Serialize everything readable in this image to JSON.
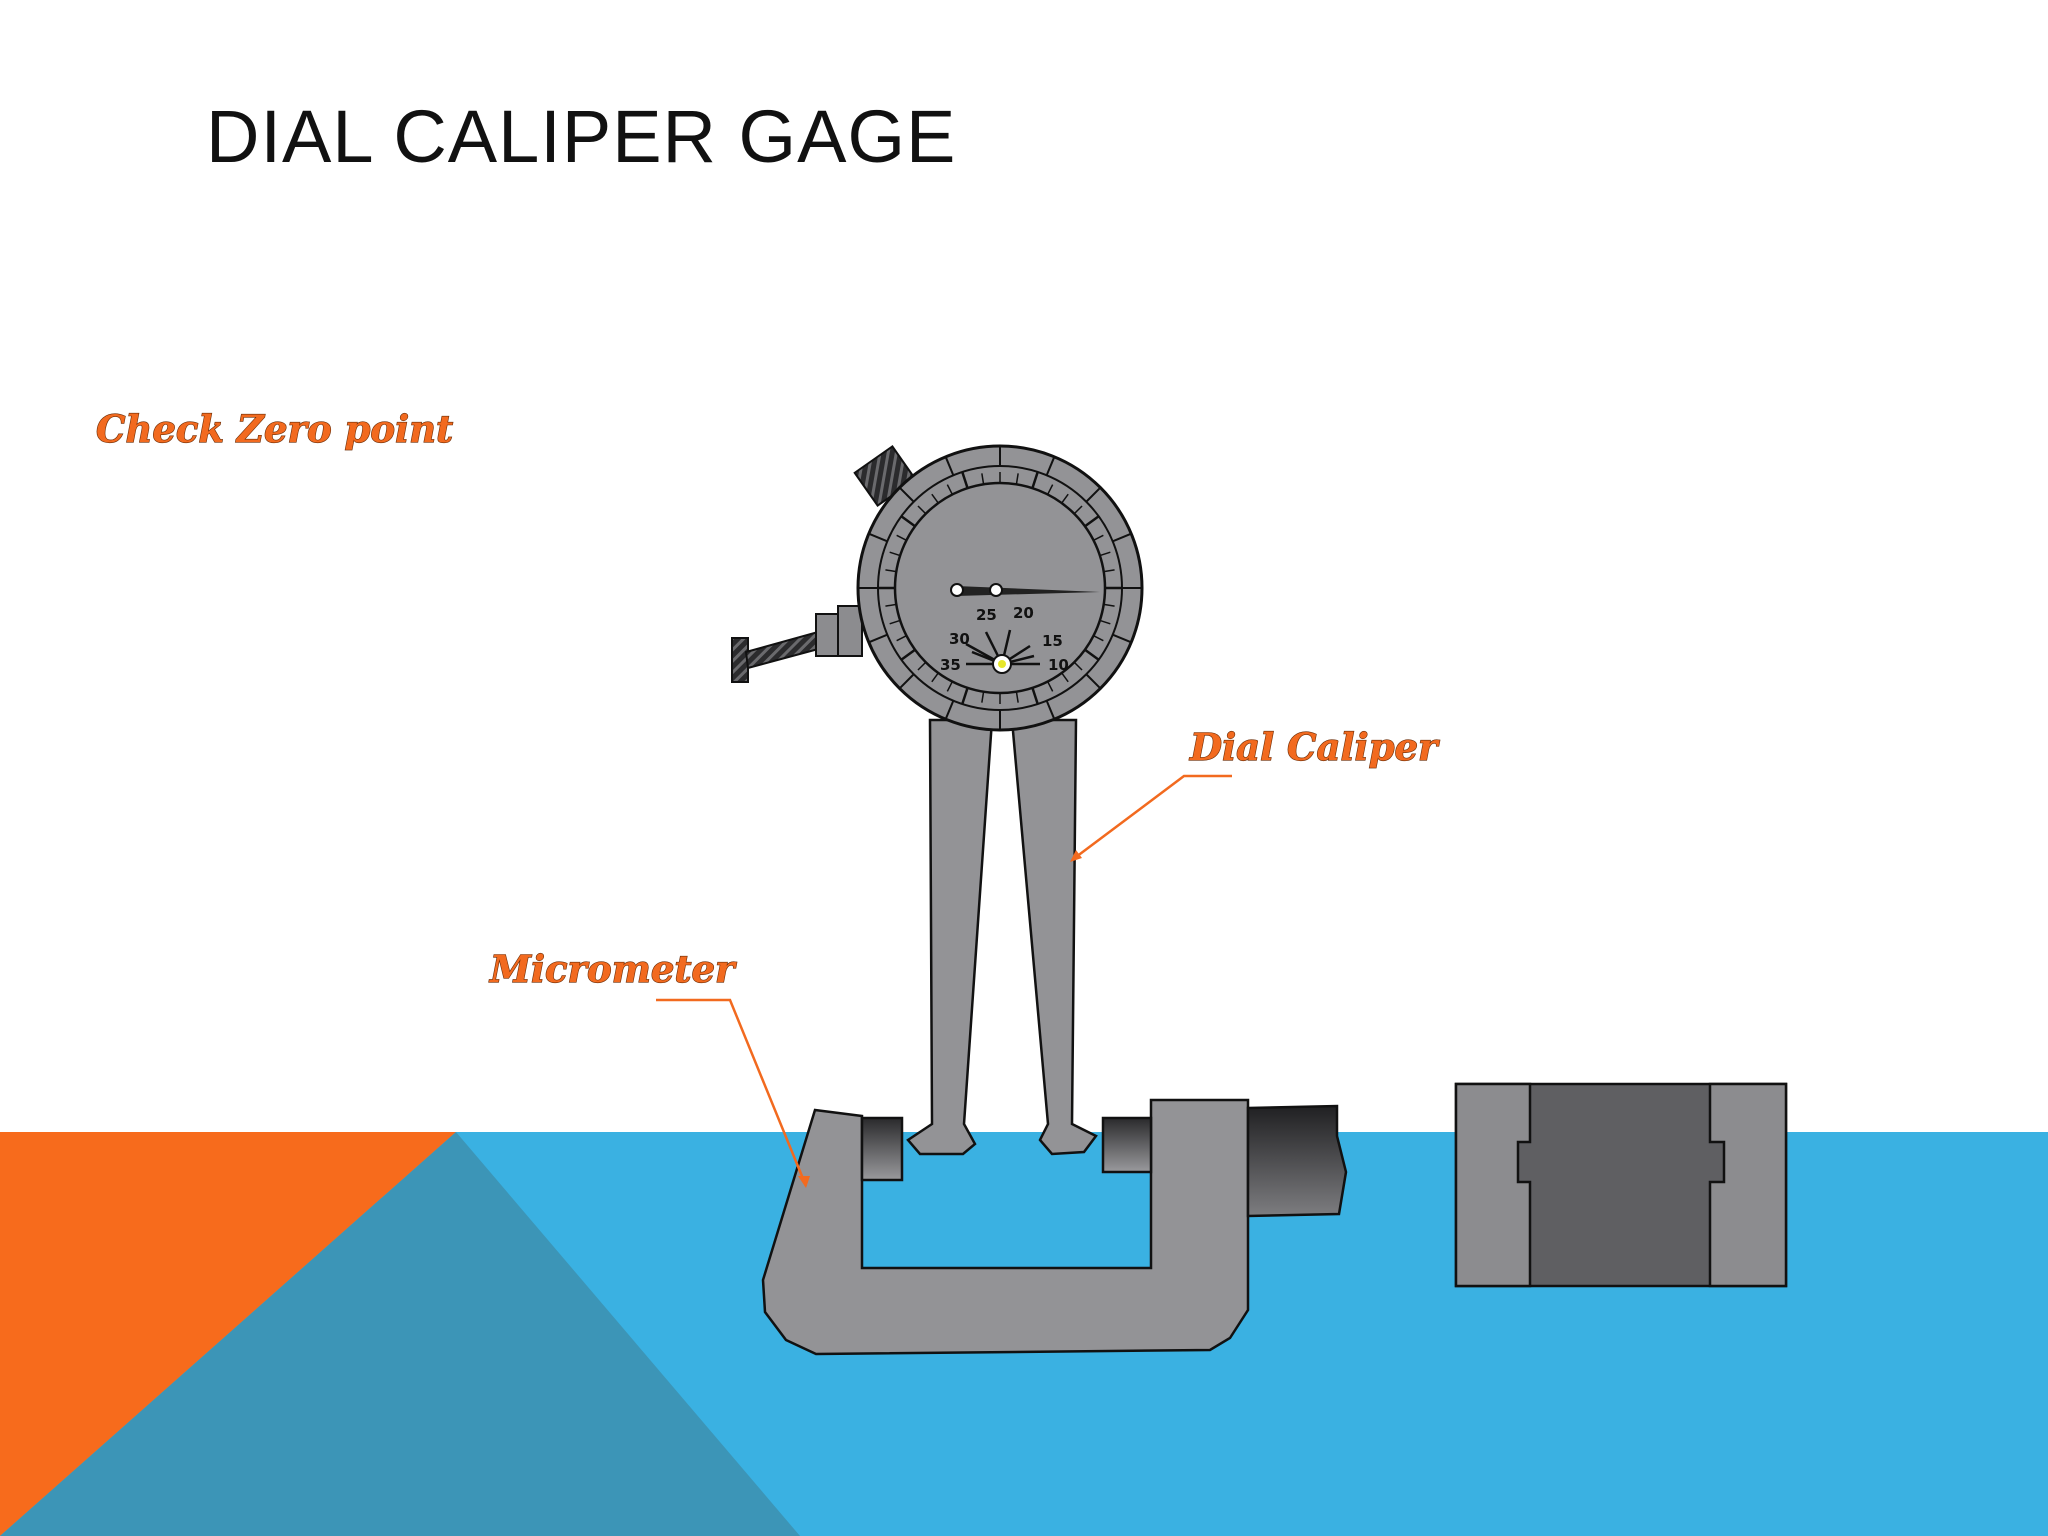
{
  "slide": {
    "title": "DIAL CALIPER GAGE"
  },
  "callouts": {
    "check_zero": "Check Zero point",
    "dial_caliper": "Dial Caliper",
    "micrometer": "Micrometer"
  },
  "dial": {
    "scale_labels": [
      "25",
      "20",
      "30",
      "15",
      "35",
      "10"
    ]
  },
  "colors": {
    "accent_orange": "#f76b1c",
    "blue": "#3ab1e2",
    "teal": "#3c95b7",
    "tool_gray": "#939396",
    "dark_gray": "#5f5f62",
    "label_orange": "#f26a1f"
  }
}
